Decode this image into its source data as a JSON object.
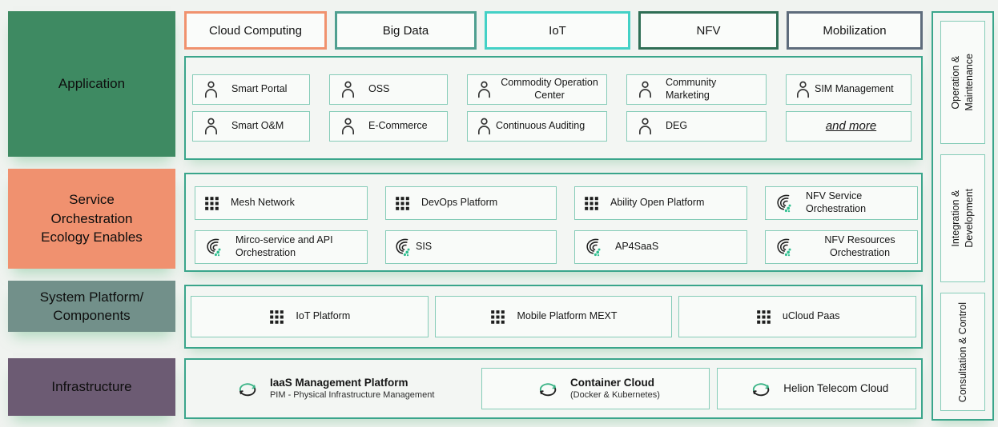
{
  "layers": [
    {
      "lines": [
        "Application"
      ],
      "color": "#3e8a62"
    },
    {
      "lines": [
        "Service",
        "Orchestration",
        "Ecology Enables"
      ],
      "color": "#f0916f"
    },
    {
      "lines": [
        "System Platform/",
        "Components"
      ],
      "color": "#72908a"
    },
    {
      "lines": [
        "Infrastructure"
      ],
      "color": "#6c5b73"
    }
  ],
  "top_chips": [
    {
      "label": "Cloud Computing",
      "border_color": "#f0926e"
    },
    {
      "label": "Big Data",
      "border_color": "#4f9f90"
    },
    {
      "label": "IoT",
      "border_color": "#43d1c6"
    },
    {
      "label": "NFV",
      "border_color": "#2f6e55"
    },
    {
      "label": "Mobilization",
      "border_color": "#5e6c7c"
    }
  ],
  "application_section": {
    "items": [
      {
        "label": "Smart Portal",
        "icon": "person-icon"
      },
      {
        "label": "OSS",
        "icon": "person-icon"
      },
      {
        "label": "Commodity Operation Center",
        "icon": "person-icon"
      },
      {
        "label": "Community Marketing",
        "icon": "person-icon"
      },
      {
        "label": "SIM Management",
        "icon": "person-icon"
      },
      {
        "label": "Smart O&M",
        "icon": "person-icon"
      },
      {
        "label": "E-Commerce",
        "icon": "person-icon"
      },
      {
        "label": "Continuous Auditing",
        "icon": "person-icon"
      },
      {
        "label": "DEG",
        "icon": "person-icon"
      },
      {
        "label": "and more",
        "icon": ""
      }
    ]
  },
  "service_section": {
    "items": [
      {
        "label": "Mesh Network",
        "icon": "grid-icon"
      },
      {
        "label": "DevOps Platform",
        "icon": "grid-icon"
      },
      {
        "label": "Ability Open Platform",
        "icon": "grid-icon"
      },
      {
        "label": "NFV Service Orchestration",
        "icon": "stream-icon"
      },
      {
        "label": "Mirco-service and API Orchestration",
        "icon": "stream-icon"
      },
      {
        "label": "SIS",
        "icon": "stream-icon"
      },
      {
        "label": "AP4SaaS",
        "icon": "stream-icon"
      },
      {
        "label": "NFV Resources Orchestration",
        "icon": "stream-icon"
      }
    ]
  },
  "system_section": {
    "items": [
      {
        "label": "IoT Platform",
        "icon": "grid-icon"
      },
      {
        "label": "Mobile Platform MEXT",
        "icon": "grid-icon"
      },
      {
        "label": "uCloud Paas",
        "icon": "grid-icon"
      }
    ]
  },
  "infrastructure_section": {
    "items": [
      {
        "title": "IaaS Management Platform",
        "subtitle": "PIM - Physical Infrastructure Management",
        "icon": "cloud-sync-icon"
      },
      {
        "title": "Container Cloud",
        "subtitle": "(Docker & Kubernetes)",
        "icon": "cloud-sync-icon"
      },
      {
        "title": "Helion Telecom Cloud",
        "subtitle": "",
        "icon": "cloud-sync-icon"
      }
    ]
  },
  "right_sidebar": {
    "items": [
      {
        "lines": [
          "Operation &",
          "Maintenance"
        ]
      },
      {
        "lines": [
          "Integration &",
          "Development"
        ]
      },
      {
        "lines": [
          "Consultation & Control"
        ]
      }
    ]
  },
  "colors": {
    "section_border": "#3aa58b",
    "item_border": "#86ccb8",
    "background": "#f0f3f0",
    "icon_green": "#2fbf8f",
    "icon_dark": "#2a2a2a"
  }
}
